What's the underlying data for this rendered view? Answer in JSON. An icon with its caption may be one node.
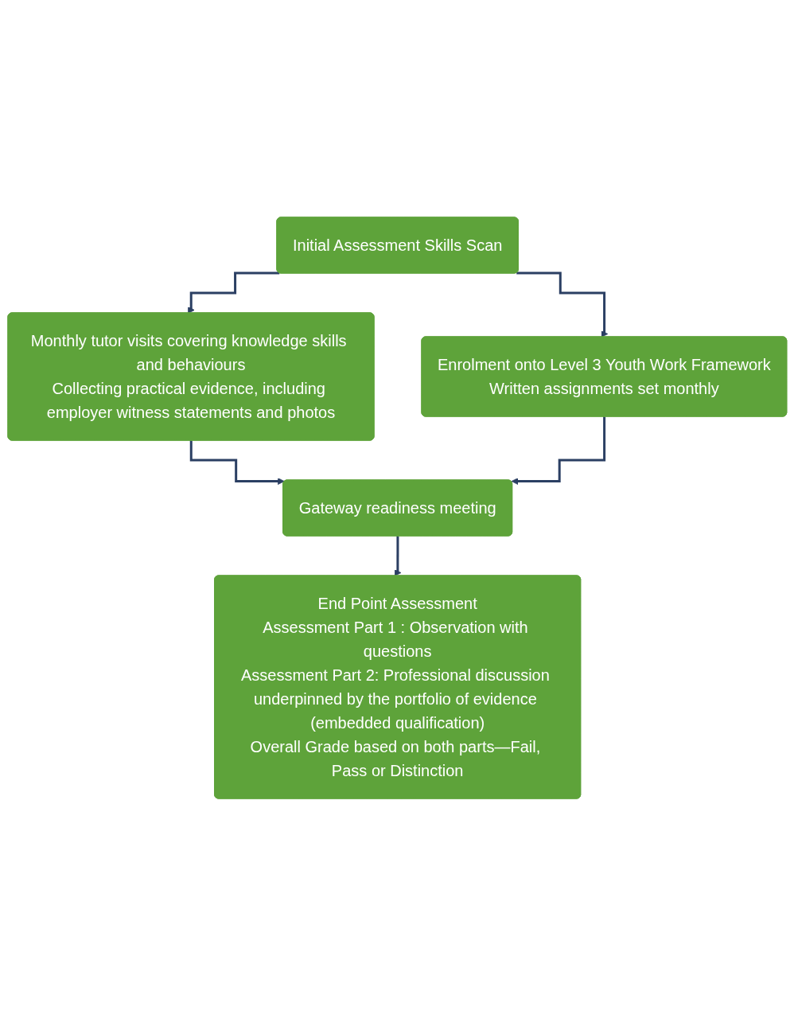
{
  "diagram": {
    "nodes": [
      {
        "text": [
          "Initial Assessment Skills Scan"
        ]
      },
      {
        "text": [
          "Monthly tutor visits covering knowledge skills and behaviours",
          "Collecting practical evidence, including employer witness statements and photos"
        ]
      },
      {
        "text": [
          "Enrolment onto Level 3 Youth Work Framework",
          "Written assignments set monthly"
        ]
      },
      {
        "text": [
          "Gateway readiness meeting"
        ]
      },
      {
        "text": [
          "End Point Assessment",
          "Assessment Part 1 : Observation with questions",
          "Assessment Part 2: Professional discussion underpinned by the portfolio of evidence (embedded qualification)",
          "Overall Grade based on both parts—Fail, Pass or Distinction"
        ]
      }
    ],
    "edges": [
      {
        "from": 0,
        "to": 1,
        "arrow": "to"
      },
      {
        "from": 0,
        "to": 2,
        "arrow": "to"
      },
      {
        "from": 1,
        "to": 3,
        "arrow": "to"
      },
      {
        "from": 2,
        "to": 3,
        "arrow": "to"
      },
      {
        "from": 3,
        "to": 4,
        "arrow": "to"
      }
    ]
  }
}
